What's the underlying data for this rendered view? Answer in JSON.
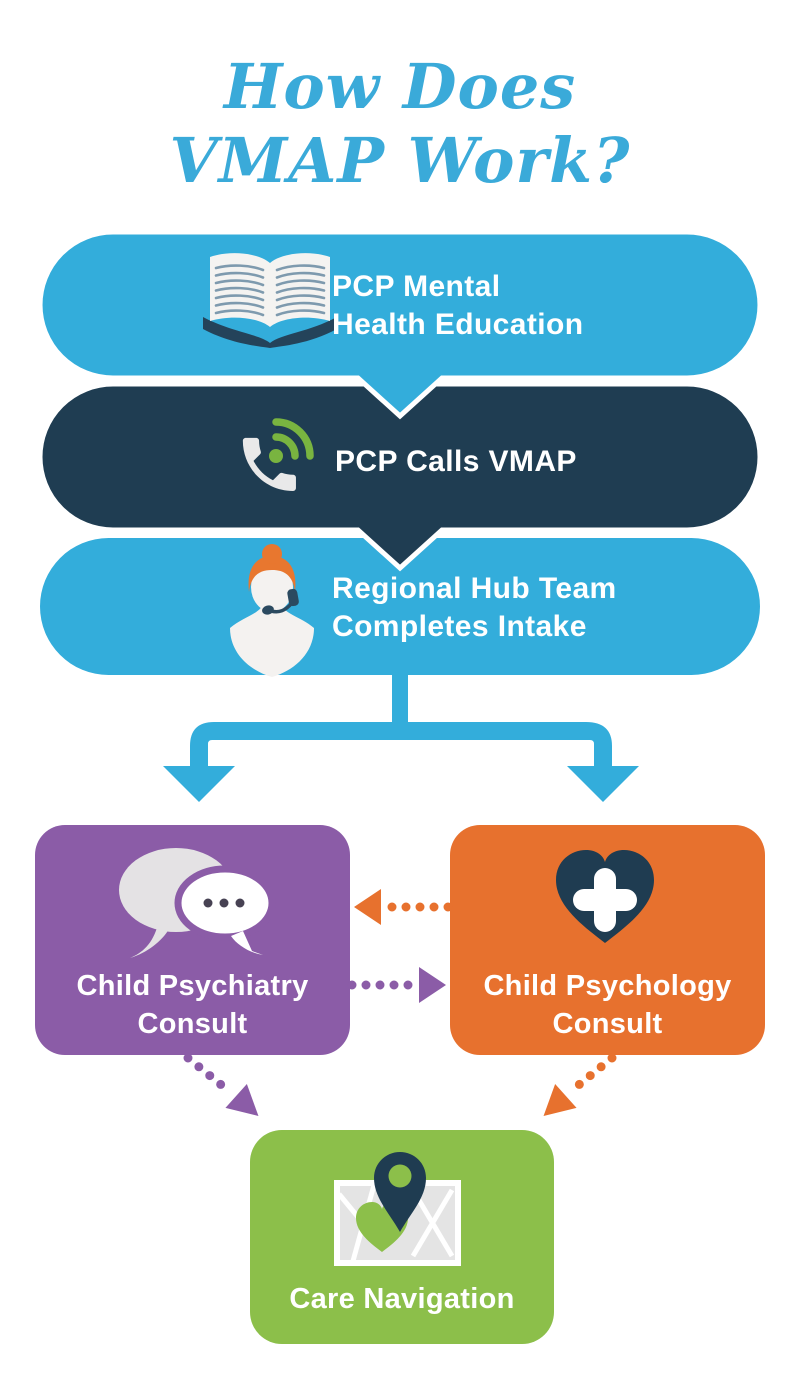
{
  "title": {
    "line1": "How Does",
    "line2": "VMAP Work?"
  },
  "colors": {
    "title_blue": "#3AAAD9",
    "blue": "#33ADDB",
    "navy": "#1F3D52",
    "purple": "#8B5CA7",
    "orange": "#E7712E",
    "green": "#8CBF4A",
    "text_white": "#FFFFFF"
  },
  "flow_steps": [
    {
      "label_line1": "PCP Mental",
      "label_line2": "Health Education",
      "icon": "open-book-icon",
      "color": "#33ADDB"
    },
    {
      "label_line1": "PCP Calls VMAP",
      "label_line2": "",
      "icon": "phone-call-icon",
      "color": "#1F3D52"
    },
    {
      "label_line1": "Regional Hub Team",
      "label_line2": "Completes Intake",
      "icon": "support-agent-icon",
      "color": "#33ADDB"
    }
  ],
  "branches": [
    {
      "label_line1": "Child Psychiatry",
      "label_line2": "Consult",
      "icon": "speech-bubbles-icon",
      "color": "#8B5CA7"
    },
    {
      "label_line1": "Child Psychology",
      "label_line2": "Consult",
      "icon": "medical-heart-icon",
      "color": "#E7712E"
    }
  ],
  "final_step": {
    "label": "Care Navigation",
    "icon": "map-location-pin-icon",
    "color": "#8CBF4A"
  },
  "connectors": {
    "split_arrow_color": "#33ADDB",
    "psychology_to_psychiatry": {
      "style": "dotted",
      "color": "#E7712E"
    },
    "psychiatry_to_psychology": {
      "style": "dotted",
      "color": "#8B5CA7"
    },
    "psychiatry_to_care": {
      "style": "dotted",
      "color": "#8B5CA7"
    },
    "psychology_to_care": {
      "style": "dotted",
      "color": "#E7712E"
    }
  }
}
